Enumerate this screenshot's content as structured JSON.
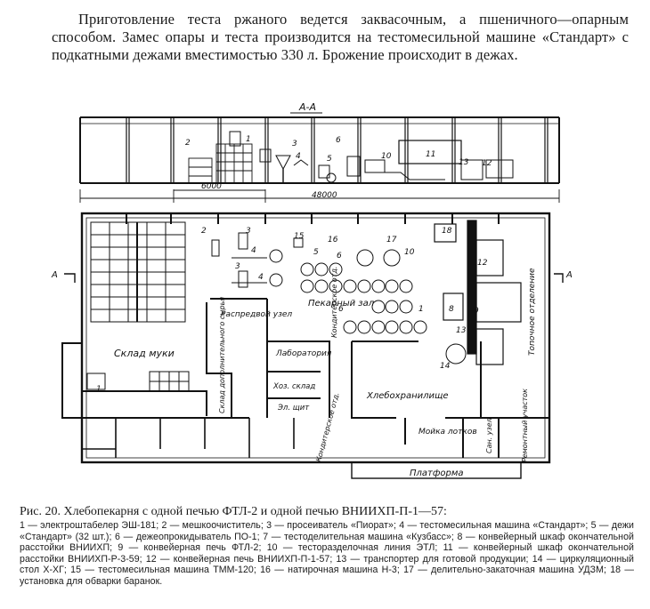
{
  "intro": "Приготовление теста ржаного ведется заквасочным, а пшеничного—опарным способом. Замес опары и теста производится на тестомесильной машине «Стандарт» с подкатными дежами вместимостью 330 л. Брожение происходит в дежах.",
  "section": {
    "mark": "А-А",
    "dim_small": "6000",
    "dim_total": "48000"
  },
  "plan_labels": {
    "section_arrow": "А",
    "flour_store": "Склад муки",
    "distribution": "Распредвой узел",
    "bakery_hall": "Пекарный зал",
    "laboratory": "Лаборатория",
    "household_store": "Хоз. склад",
    "el_panel": "Эл. щит",
    "confect_1": "Кондитерское отд.",
    "confect_2": "Кондитерское отд.",
    "aux_materials": "Склад дополнительного сырья",
    "bread_store": "Хлебохранилище",
    "tray_wash": "Мойка лотков",
    "san_unit": "Сан. узел",
    "repair": "Ремонтный участок",
    "furnace": "Топочное отделение",
    "platform": "Платформа"
  },
  "caption": "Рис. 20. Хлебопекарня с одной печью ФТЛ-2 и одной печью ВНИИХП-П-1—57:",
  "legend": "1 — электроштабелер ЭШ-181; 2 — мешкоочиститель; 3 — просеиватель «Пиорат»; 4 — тестомесильная машина «Стандарт»; 5 — дежи «Стандарт» (32 шт.); 6 — дежеопрокидыватель ПО-1; 7 — тестоделительная машина «Кузбасс»; 8 — конвейерный шкаф окончательной расстойки ВНИИХП; 9 — конвейерная печь ФТЛ-2; 10 — тесторазделочная линия ЭТЛ; 11 — конвейерный шкаф окончательной расстойки ВНИИХП-Р-3-59; 12 — конвейерная печь ВНИИХП-П-1-57; 13 — транспортер для готовой продукции; 14 — циркуляционный стол Х-ХГ; 15 — тестомесильная машина ТММ-120; 16 — натирочная машина Н-3; 17 — делительно-закаточная машина УДЗМ; 18 — установка для обварки баранок."
}
